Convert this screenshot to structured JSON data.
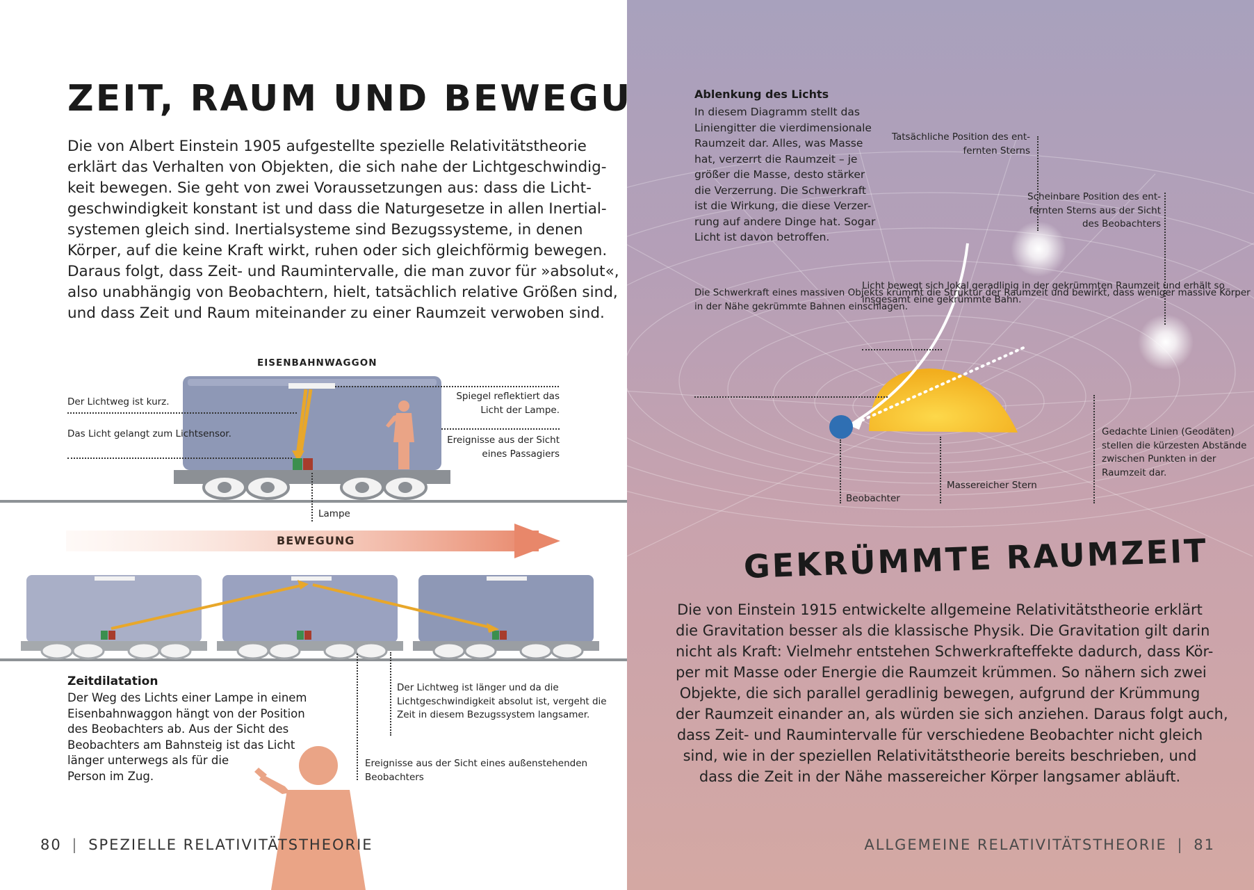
{
  "left": {
    "title": "ZEIT, RAUM UND BEWEGUNG",
    "intro_lines": [
      "Die von Albert Einstein 1905 aufgestellte spezielle Relativitätstheorie",
      "erklärt das Verhalten von Objekten, die sich nahe der Lichtgeschwindig-",
      "keit bewegen. Sie geht von zwei Voraussetzungen aus: dass die Licht-",
      "geschwindigkeit konstant ist und dass die Naturgesetze in allen Inertial-",
      "systemen gleich sind. Inertialsysteme sind Bezugssysteme, in denen",
      "Körper, auf die keine Kraft wirkt, ruhen oder sich gleichförmig bewegen.",
      "Daraus folgt, dass Zeit- und Raumintervalle, die man zuvor für »absolut«,",
      "also unabhängig von Beobachtern, hielt, tatsächlich relative Größen sind,",
      "und dass Zeit und Raum miteinander zu einer Raumzeit verwoben sind."
    ],
    "wagon_title": "EISENBAHNWAGGON",
    "label_light_short": "Der Lichtweg ist kurz.",
    "label_sensor": [
      "Das Licht gelangt",
      "zum Lichtsensor."
    ],
    "label_mirror": [
      "Spiegel reflektiert",
      "das Licht der Lampe."
    ],
    "label_passenger": [
      "Ereignisse aus",
      "der Sicht eines",
      "Passagiers"
    ],
    "label_lamp": "Lampe",
    "motion_label": "BEWEGUNG",
    "dilation_title": "Zeitdilatation",
    "dilation_lines": [
      "Der Weg des Lichts einer Lampe in einem",
      "Eisenbahnwaggon hängt von der Position",
      "des Beobachters ab. Aus der Sicht des",
      "Beobachters am Bahnsteig ist das Licht",
      "länger unterwegs als für die",
      "Person im Zug."
    ],
    "label_longer": [
      "Der Lichtweg ist länger und da",
      "die Lichtgeschwindigkeit absolut",
      "ist, vergeht die Zeit in diesem",
      "Bezugssystem langsamer."
    ],
    "label_outside": [
      "Ereignisse aus der Sicht eines",
      "außenstehenden Beobachters"
    ],
    "page_number": "80",
    "section": "SPEZIELLE RELATIVITÄTSTHEORIE"
  },
  "right": {
    "deflection_title": "Ablenkung des Lichts",
    "deflection_lines": [
      "In diesem Diagramm stellt das",
      "Liniengitter die vierdimensionale",
      "Raumzeit dar. Alles, was Masse",
      "hat, verzerrt die Raumzeit – je",
      "größer die Masse, desto stärker",
      "die Verzerrung. Die Schwerkraft",
      "ist die Wirkung, die diese Verzer-",
      "rung auf andere Dinge hat. Sogar",
      "Licht ist davon betroffen."
    ],
    "label_actual_star": [
      "Tatsächliche",
      "Position des ent-",
      "fernten Sterns"
    ],
    "label_apparent_star": [
      "Scheinbare",
      "Position des ent-",
      "fernten Sterns",
      "aus der Sicht des",
      "Beobachters"
    ],
    "label_gravity": [
      "Die Schwerkraft eines",
      "massiven Objekts",
      "krümmt die Struktur",
      "der Raumzeit und",
      "bewirkt, dass weniger",
      "massive Körper in der",
      "Nähe gekrümmte",
      "Bahnen einschlagen."
    ],
    "label_light_path": [
      "Licht bewegt sich",
      "lokal geradlinig in der",
      "gekrümmten Raumzeit",
      "und erhält so insgesamt",
      "eine gekrümmte Bahn."
    ],
    "label_geodesics": [
      "Gedachte Linien",
      "(Geodäten) stellen",
      "die kürzesten",
      "Abstände zwischen",
      "Punkten in der",
      "Raumzeit dar."
    ],
    "label_observer": "Beobachter",
    "label_massive_star": [
      "Massereicher",
      "Stern"
    ],
    "title": "GEKRÜMMTE RAUMZEIT",
    "body_lines": [
      "Die von Einstein 1915 entwickelte allgemeine Relativitätstheorie erklärt",
      "die Gravitation besser als die klassische Physik. Die Gravitation gilt darin",
      "nicht als Kraft: Vielmehr entstehen Schwerkrafteffekte dadurch, dass Kör-",
      "per mit Masse oder Energie die Raumzeit krümmen. So nähern sich zwei",
      "Objekte, die sich parallel geradlinig bewegen, aufgrund der Krümmung",
      "der Raumzeit einander an, als würden sie sich anziehen. Daraus folgt auch,",
      "dass Zeit- und Raumintervalle für verschiedene Beobachter nicht gleich",
      "sind, wie in der speziellen Relativitätstheorie bereits beschrieben, und",
      "dass die Zeit in der Nähe massereicher Körper langsamer abläuft."
    ],
    "section": "ALLGEMEINE RELATIVITÄTSTHEORIE",
    "page_number": "81"
  },
  "colors": {
    "wagon": "#8e98b6",
    "wagon_top": "#a3abc6",
    "chassis": "#8e9296",
    "light_ray": "#e8a72a",
    "person": "#eaa486",
    "arrow": "#e8876a",
    "star_sun": "#f4b92e",
    "observer": "#2f6fb3"
  }
}
